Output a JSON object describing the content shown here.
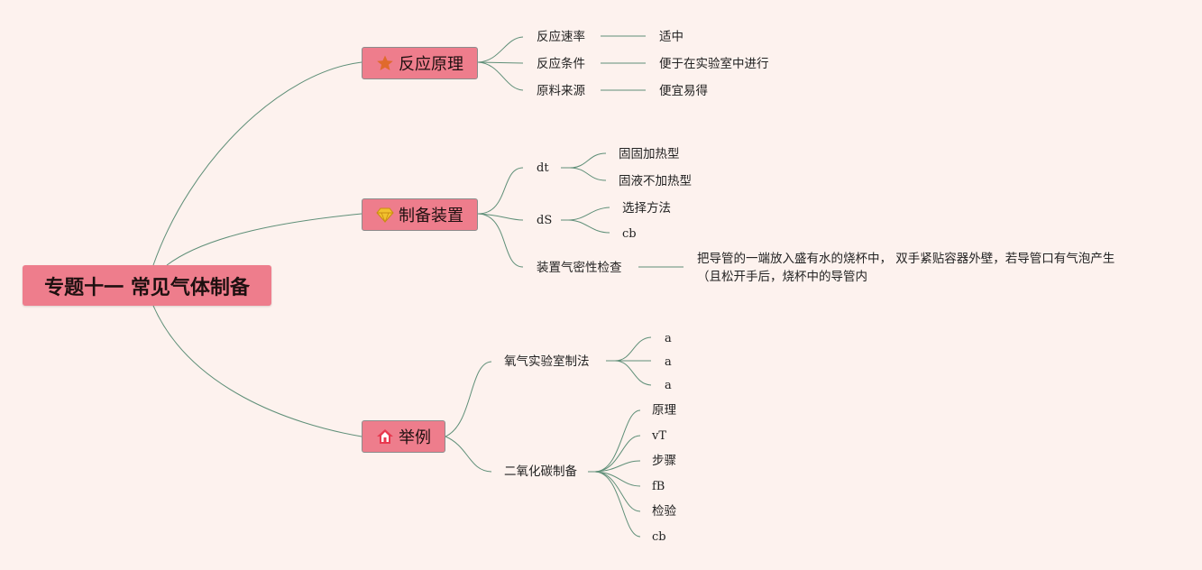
{
  "root": {
    "title": "专题十一 常见气体制备"
  },
  "branches": {
    "principle": {
      "label": "反应原理",
      "icon": "star-icon",
      "items": [
        {
          "label": "反应速率",
          "value": "适中"
        },
        {
          "label": "反应条件",
          "value": "便于在实验室中进行"
        },
        {
          "label": "原料来源",
          "value": "便宜易得"
        }
      ]
    },
    "apparatus": {
      "label": "制备装置",
      "icon": "diamond-icon",
      "dt": {
        "label": "dt",
        "children": [
          "固固加热型",
          "固液不加热型"
        ]
      },
      "ds": {
        "label": "dS",
        "children": [
          "选择方法",
          "cb"
        ]
      },
      "airtight": {
        "label": "装置气密性检查",
        "line1": "把导管的一端放入盛有水的烧杯中， 双手紧贴容器外壁，若导管口有气泡产生",
        "line2": "（且松开手后，烧杯中的导管内"
      }
    },
    "examples": {
      "label": "举例",
      "icon": "house-icon",
      "oxygen": {
        "label": "氧气实验室制法",
        "children": [
          "a",
          "a",
          "a"
        ]
      },
      "co2": {
        "label": "二氧化碳制备",
        "children": [
          "原理",
          "vT",
          "步骤",
          "fB",
          "检验",
          "cb"
        ]
      }
    }
  },
  "colors": {
    "node_fill": "#ee7d8c",
    "line": "#5f8f78",
    "background": "#fdf2ee"
  }
}
